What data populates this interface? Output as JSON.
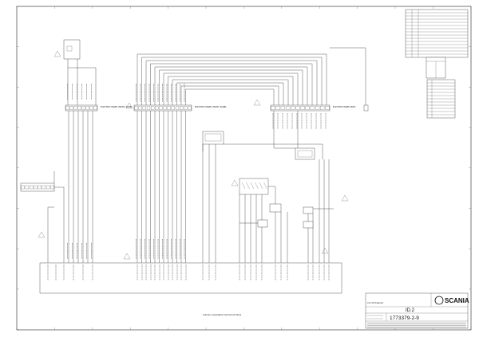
{
  "title_block": {
    "brand": "SCANIA",
    "drawing_type": "Circuit Diagram",
    "code": "ID.2",
    "drawing_number": "1773379-2-9",
    "caption": "Auto/Inv Adjustable Instrument Panel"
  },
  "connector_labels": {
    "instr_panel": "ELECTRIC PANEL INSTR. PANEL",
    "instr_panel_mid": "ELECTRIC PANEL INSTR. PANEL",
    "bwx": "ELECTRIC PANEL BWX"
  },
  "colors": {
    "ink": "#333333",
    "paper": "#ffffff"
  }
}
